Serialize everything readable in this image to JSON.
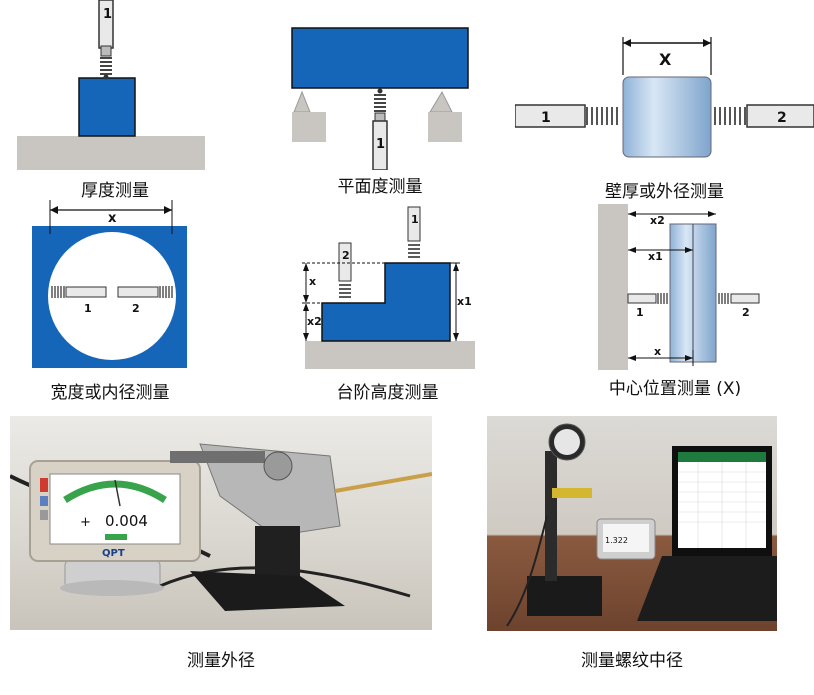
{
  "captions": {
    "thickness": "厚度测量",
    "flatness": "平面度测量",
    "wall_od": "壁厚或外径测量",
    "width_id": "宽度或内径测量",
    "step": "台阶高度测量",
    "center": "中心位置测量 (X)",
    "od_photo": "测量外径",
    "thread_photo": "测量螺纹中径"
  },
  "labels": {
    "probe_1": "1",
    "probe_2": "2",
    "x": "x",
    "x_upper": "X",
    "x1": "x1",
    "x2": "x2"
  },
  "device": {
    "brand": "QPT",
    "reading_sign": "+",
    "reading_value": "0.004",
    "laptop_reading": "1.322"
  },
  "colors": {
    "blue": "#1565b8",
    "stone": "#c9c6c1",
    "probe": "#e9e9e9"
  }
}
